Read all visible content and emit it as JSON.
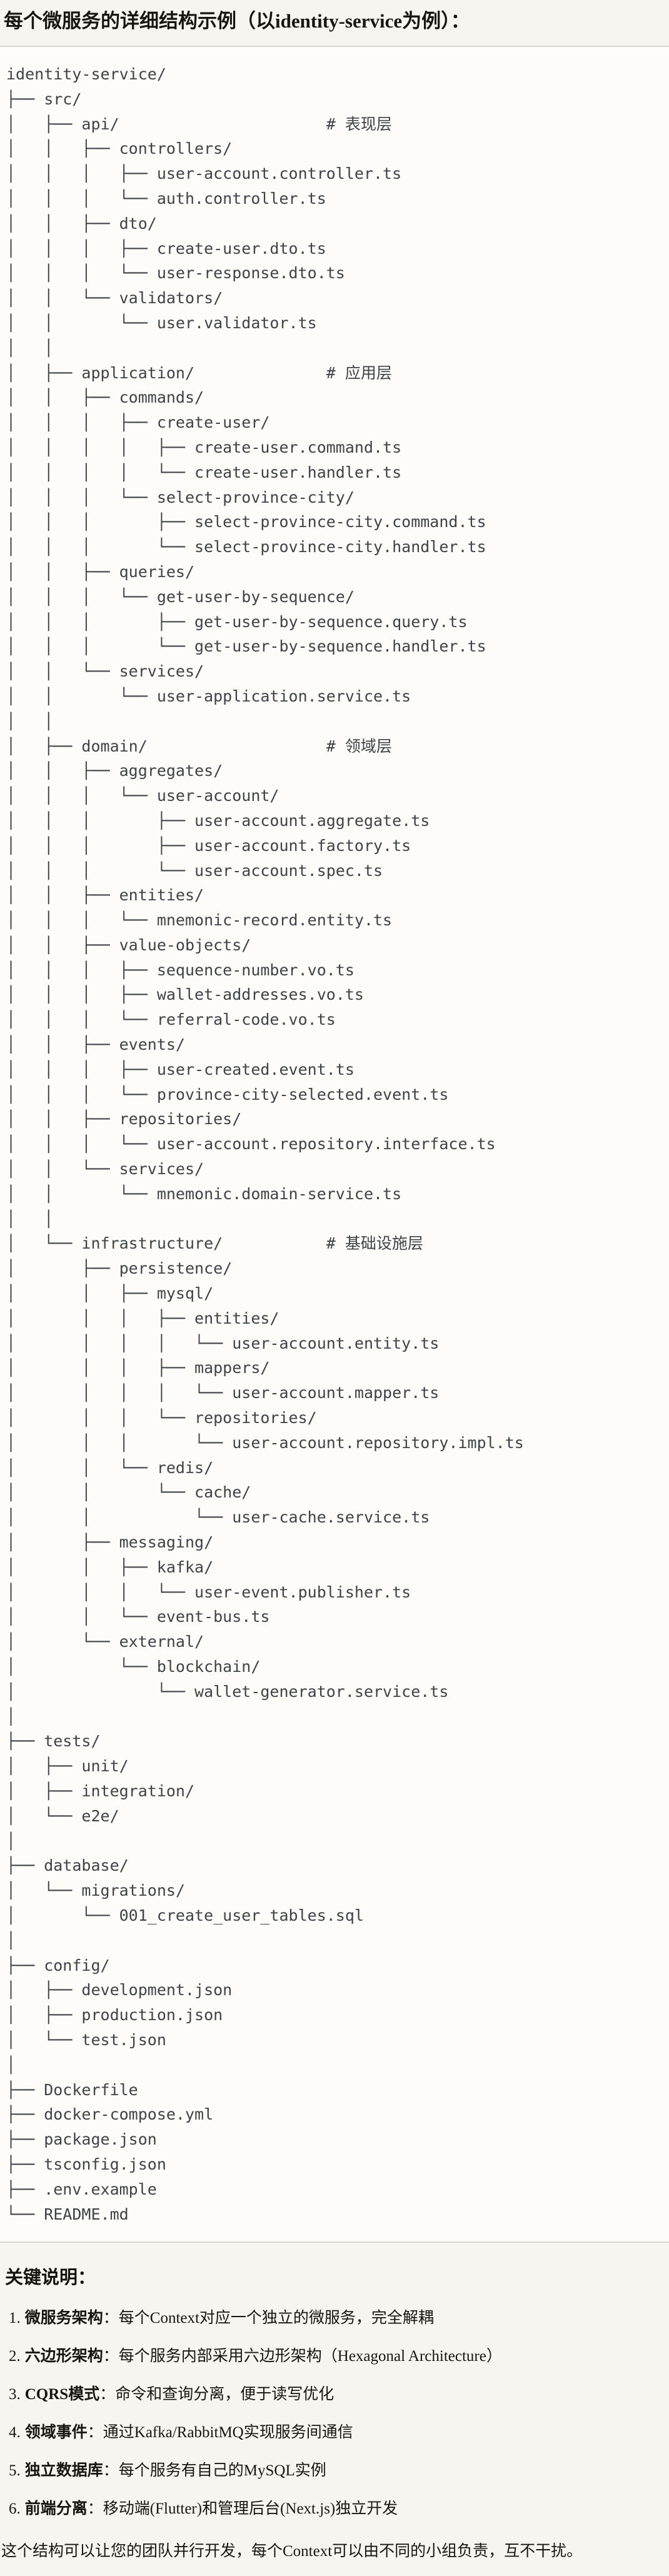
{
  "title": "每个微服务的详细结构示例（以identity-service为例）：",
  "tree": {
    "lines": [
      "identity-service/",
      "├── src/",
      "│   ├── api/                      # 表现层",
      "│   │   ├── controllers/",
      "│   │   │   ├── user-account.controller.ts",
      "│   │   │   └── auth.controller.ts",
      "│   │   ├── dto/",
      "│   │   │   ├── create-user.dto.ts",
      "│   │   │   └── user-response.dto.ts",
      "│   │   └── validators/",
      "│   │       └── user.validator.ts",
      "│   │",
      "│   ├── application/              # 应用层",
      "│   │   ├── commands/",
      "│   │   │   ├── create-user/",
      "│   │   │   │   ├── create-user.command.ts",
      "│   │   │   │   └── create-user.handler.ts",
      "│   │   │   └── select-province-city/",
      "│   │   │       ├── select-province-city.command.ts",
      "│   │   │       └── select-province-city.handler.ts",
      "│   │   ├── queries/",
      "│   │   │   └── get-user-by-sequence/",
      "│   │   │       ├── get-user-by-sequence.query.ts",
      "│   │   │       └── get-user-by-sequence.handler.ts",
      "│   │   └── services/",
      "│   │       └── user-application.service.ts",
      "│   │",
      "│   ├── domain/                   # 领域层",
      "│   │   ├── aggregates/",
      "│   │   │   └── user-account/",
      "│   │   │       ├── user-account.aggregate.ts",
      "│   │   │       ├── user-account.factory.ts",
      "│   │   │       └── user-account.spec.ts",
      "│   │   ├── entities/",
      "│   │   │   └── mnemonic-record.entity.ts",
      "│   │   ├── value-objects/",
      "│   │   │   ├── sequence-number.vo.ts",
      "│   │   │   ├── wallet-addresses.vo.ts",
      "│   │   │   └── referral-code.vo.ts",
      "│   │   ├── events/",
      "│   │   │   ├── user-created.event.ts",
      "│   │   │   └── province-city-selected.event.ts",
      "│   │   ├── repositories/",
      "│   │   │   └── user-account.repository.interface.ts",
      "│   │   └── services/",
      "│   │       └── mnemonic.domain-service.ts",
      "│   │",
      "│   └── infrastructure/           # 基础设施层",
      "│       ├── persistence/",
      "│       │   ├── mysql/",
      "│       │   │   ├── entities/",
      "│       │   │   │   └── user-account.entity.ts",
      "│       │   │   ├── mappers/",
      "│       │   │   │   └── user-account.mapper.ts",
      "│       │   │   └── repositories/",
      "│       │   │       └── user-account.repository.impl.ts",
      "│       │   └── redis/",
      "│       │       └── cache/",
      "│       │           └── user-cache.service.ts",
      "│       ├── messaging/",
      "│       │   ├── kafka/",
      "│       │   │   └── user-event.publisher.ts",
      "│       │   └── event-bus.ts",
      "│       └── external/",
      "│           └── blockchain/",
      "│               └── wallet-generator.service.ts",
      "│",
      "├── tests/",
      "│   ├── unit/",
      "│   ├── integration/",
      "│   └── e2e/",
      "│",
      "├── database/",
      "│   └── migrations/",
      "│       └── 001_create_user_tables.sql",
      "│",
      "├── config/",
      "│   ├── development.json",
      "│   ├── production.json",
      "│   └── test.json",
      "│",
      "├── Dockerfile",
      "├── docker-compose.yml",
      "├── package.json",
      "├── tsconfig.json",
      "├── .env.example",
      "└── README.md"
    ]
  },
  "notes": {
    "heading": "关键说明：",
    "items": [
      {
        "num": "1.",
        "label": "微服务架构",
        "text": "：每个Context对应一个独立的微服务，完全解耦"
      },
      {
        "num": "2.",
        "label": "六边形架构",
        "text": "：每个服务内部采用六边形架构（Hexagonal Architecture）"
      },
      {
        "num": "3.",
        "label": "CQRS模式",
        "text": "：命令和查询分离，便于读写优化"
      },
      {
        "num": "4.",
        "label": "领域事件",
        "text": "：通过Kafka/RabbitMQ实现服务间通信"
      },
      {
        "num": "5.",
        "label": "独立数据库",
        "text": "：每个服务有自己的MySQL实例"
      },
      {
        "num": "6.",
        "label": "前端分离",
        "text": "：移动端(Flutter)和管理后台(Next.js)独立开发"
      }
    ],
    "footer": "这个结构可以让您的团队并行开发，每个Context可以由不同的小组负责，互不干扰。"
  },
  "colors": {
    "page_bg": "#f7f5ef",
    "code_bg": "#fdfcf8",
    "border": "#d9d6d0",
    "code_text": "#3e4348",
    "text": "#1f1d19"
  }
}
